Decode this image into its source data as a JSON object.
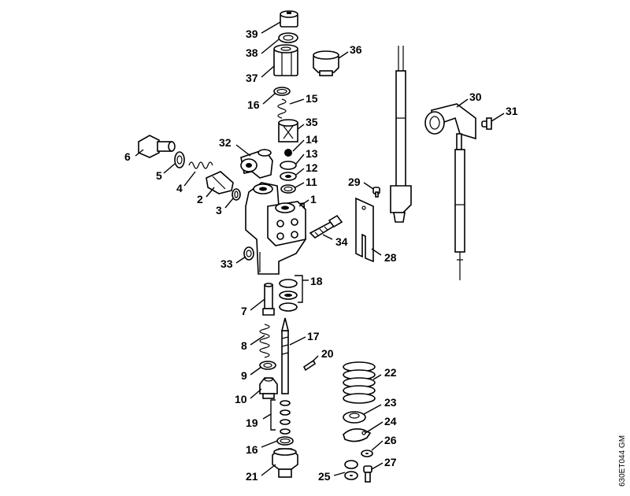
{
  "drawing_code": "630ET044 GM",
  "labels": {
    "p1": "1",
    "p2": "2",
    "p3": "3",
    "p4": "4",
    "p5": "5",
    "p6": "6",
    "p7": "7",
    "p8": "8",
    "p9": "9",
    "p10": "10",
    "p11": "11",
    "p12": "12",
    "p13": "13",
    "p14": "14",
    "p15": "15",
    "p16a": "16",
    "p16b": "16",
    "p17": "17",
    "p18": "18",
    "p19": "19",
    "p20": "20",
    "p21": "21",
    "p22": "22",
    "p23": "23",
    "p24": "24",
    "p25": "25",
    "p26": "26",
    "p27": "27",
    "p28": "28",
    "p29": "29",
    "p30": "30",
    "p31": "31",
    "p32": "32",
    "p33": "33",
    "p34": "34",
    "p35": "35",
    "p36": "36",
    "p37": "37",
    "p38": "38",
    "p39": "39"
  }
}
